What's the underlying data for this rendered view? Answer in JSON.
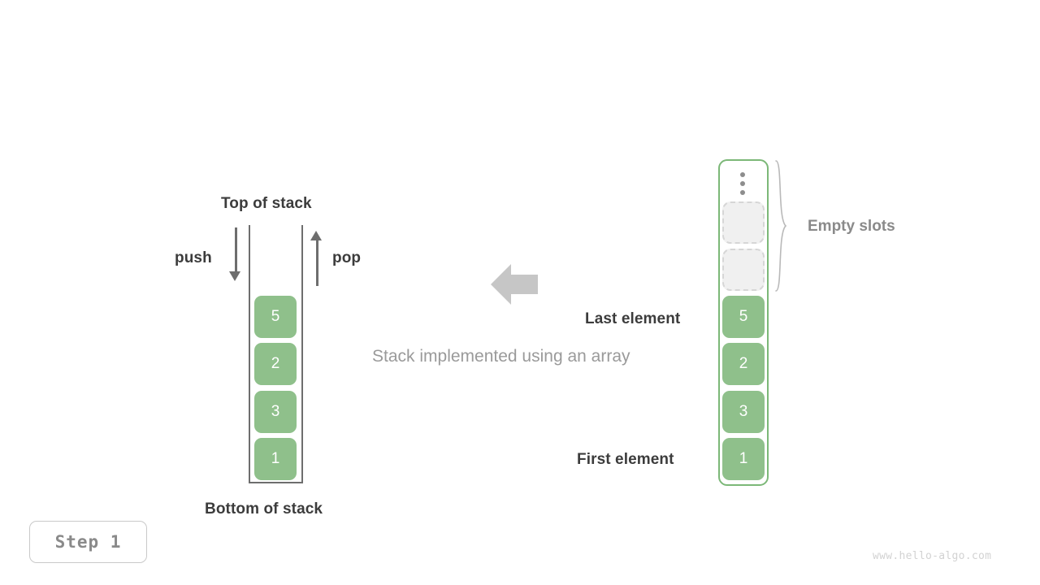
{
  "figure": {
    "caption": "Stack implemented using an array",
    "watermark": "www.hello-algo.com",
    "step_badge": "Step  1",
    "accent_green": "#8fc08b",
    "border_green": "#7cb878",
    "dark_text": "#3c3c3c",
    "gray_text": "#9a9a9a",
    "arrow_gray": "#c6c6c6"
  },
  "abstract_stack": {
    "top_label": "Top of stack",
    "bottom_label": "Bottom of stack",
    "push_label": "push",
    "pop_label": "pop",
    "values": [
      "5",
      "2",
      "3",
      "1"
    ]
  },
  "array_stack": {
    "empty_slots_label": "Empty slots",
    "last_element_label": "Last element",
    "first_element_label": "First element",
    "ellipsis_icon": "vertical-ellipsis",
    "values": [
      "5",
      "2",
      "3",
      "1"
    ],
    "empty_slot_count": 2
  }
}
